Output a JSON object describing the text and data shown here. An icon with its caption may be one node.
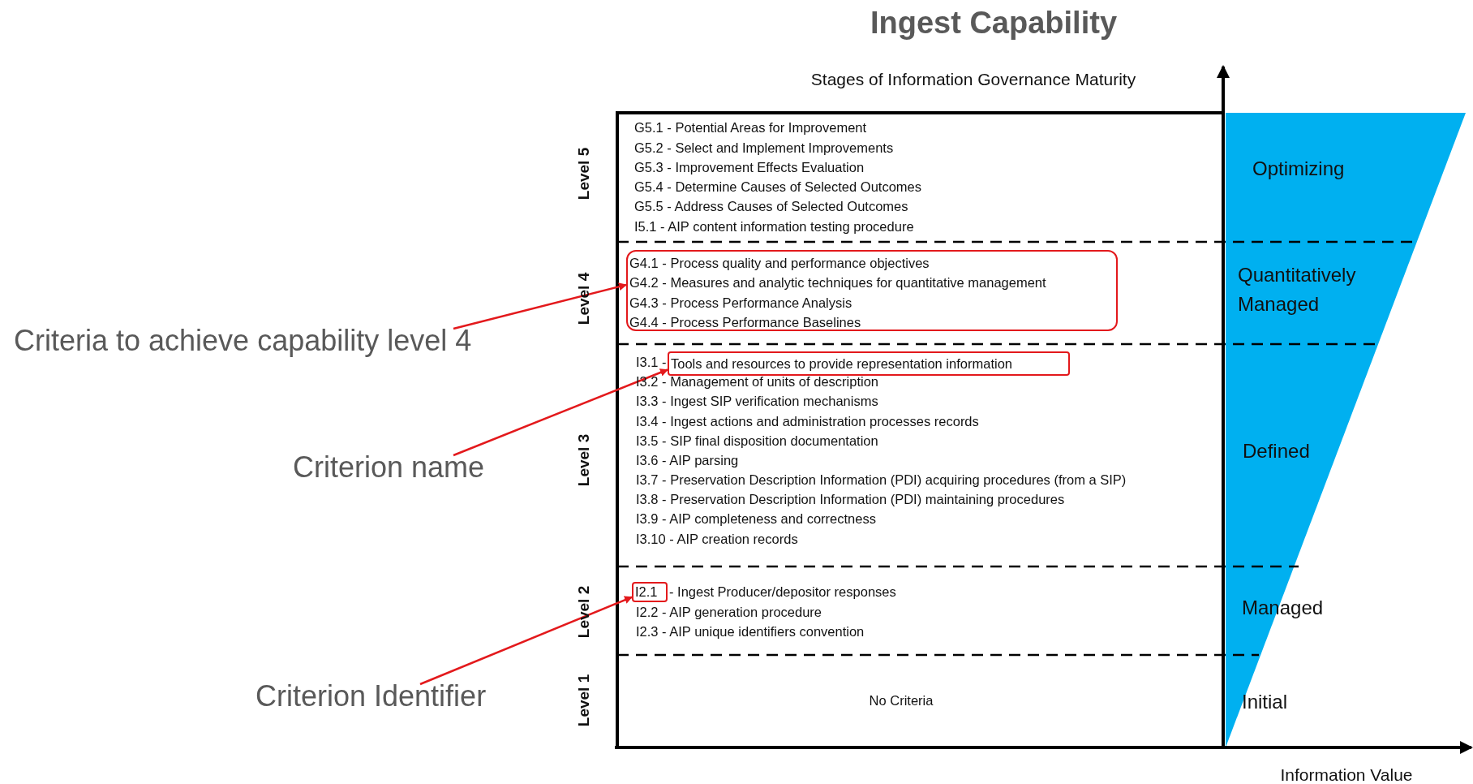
{
  "diagram": {
    "title": "Ingest Capability",
    "nodes": [
      {
        "text": [
          "Criteria to achieve capability level 4"
        ]
      },
      {
        "text": [
          "G4.1 - Process quality and performance objectives",
          "G4.2 - Measures and analytic techniques for quantitative management",
          "G4.3 - Process Performance Analysis",
          "G4.4 - Process Performance Baselines"
        ]
      },
      {
        "text": [
          "Criterion name"
        ]
      },
      {
        "text": [
          "Tools and resources to provide representation information"
        ]
      },
      {
        "text": [
          "Criterion Identifier"
        ]
      },
      {
        "text": [
          "I2.1"
        ]
      }
    ],
    "edges": [
      {
        "from": 0,
        "to": 1,
        "arrow": "to"
      },
      {
        "from": 2,
        "to": 3,
        "arrow": "to"
      },
      {
        "from": 4,
        "to": 5,
        "arrow": "to"
      }
    ],
    "labels": [
      "Stages of Information Governance Maturity",
      "Level 5",
      "G5.1 - Potential Areas for Improvement",
      "G5.2 - Select and Implement Improvements",
      "G5.3 - Improvement Effects Evaluation",
      "G5.4 - Determine Causes of Selected Outcomes",
      "G5.5 - Address Causes of Selected Outcomes",
      "I5.1 - AIP content information testing procedure",
      "Optimizing",
      "Level 4",
      "Quantitatively Managed",
      "Level 3",
      "I3.1 -",
      "I3.2 - Management of units of description",
      "I3.3 - Ingest SIP verification mechanisms",
      "I3.4 - Ingest actions and administration processes records",
      "I3.5 - SIP final disposition documentation",
      "I3.6 - AIP parsing",
      "I3.7 - Preservation Description Information (PDI) acquiring procedures (from a SIP)",
      "I3.8 - Preservation Description Information (PDI) maintaining procedures",
      "I3.9 - AIP completeness and correctness",
      "I3.10 - AIP creation records",
      "Defined",
      "Level 2",
      "- Ingest Producer/depositor responses",
      "I2.2 - AIP generation procedure",
      "I2.3 - AIP unique identifiers convention",
      "Managed",
      "Level 1",
      "No Criteria",
      "Initial",
      "Information Value"
    ]
  }
}
